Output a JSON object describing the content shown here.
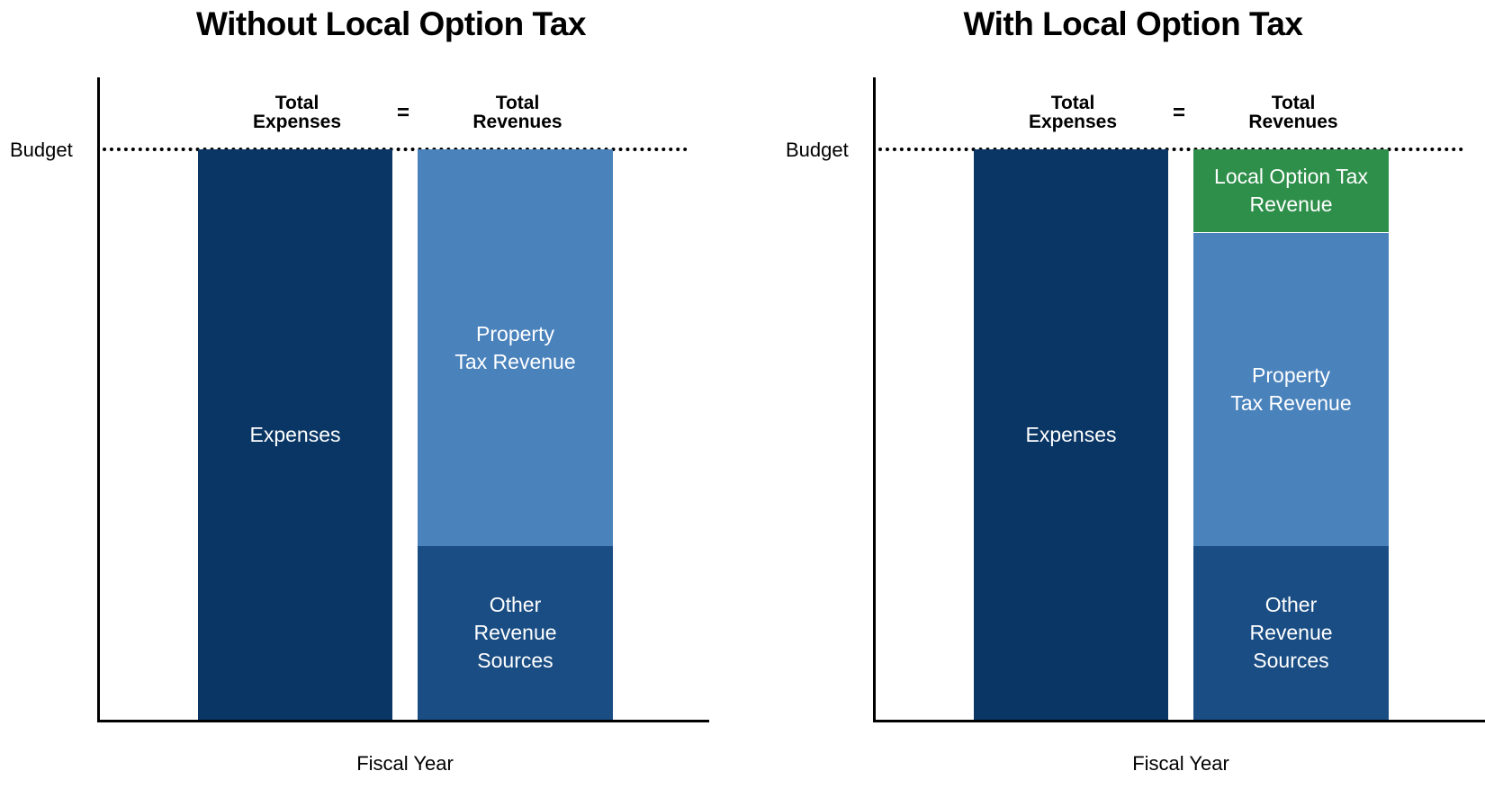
{
  "panels": [
    {
      "title": "Without Local Option Tax",
      "budget_label": "Budget",
      "header_expenses": "Total\nExpenses",
      "header_equals": "=",
      "header_revenues": "Total\nRevenues",
      "segments": {
        "expenses": "Expenses",
        "property": "Property\nTax Revenue",
        "other": "Other\nRevenue\nSources"
      },
      "x_label": "Fiscal Year"
    },
    {
      "title": "With Local Option Tax",
      "budget_label": "Budget",
      "header_expenses": "Total\nExpenses",
      "header_equals": "=",
      "header_revenues": "Total\nRevenues",
      "segments": {
        "expenses": "Expenses",
        "local_option": "Local Option Tax\nRevenue",
        "property": "Property\nTax Revenue",
        "other": "Other\nRevenue\nSources"
      },
      "x_label": "Fiscal Year"
    }
  ],
  "colors": {
    "expenses": "#0a3665",
    "property_tax": "#4a82bc",
    "other_revenue": "#1a4d83",
    "local_option_tax": "#2e8f4a"
  }
}
